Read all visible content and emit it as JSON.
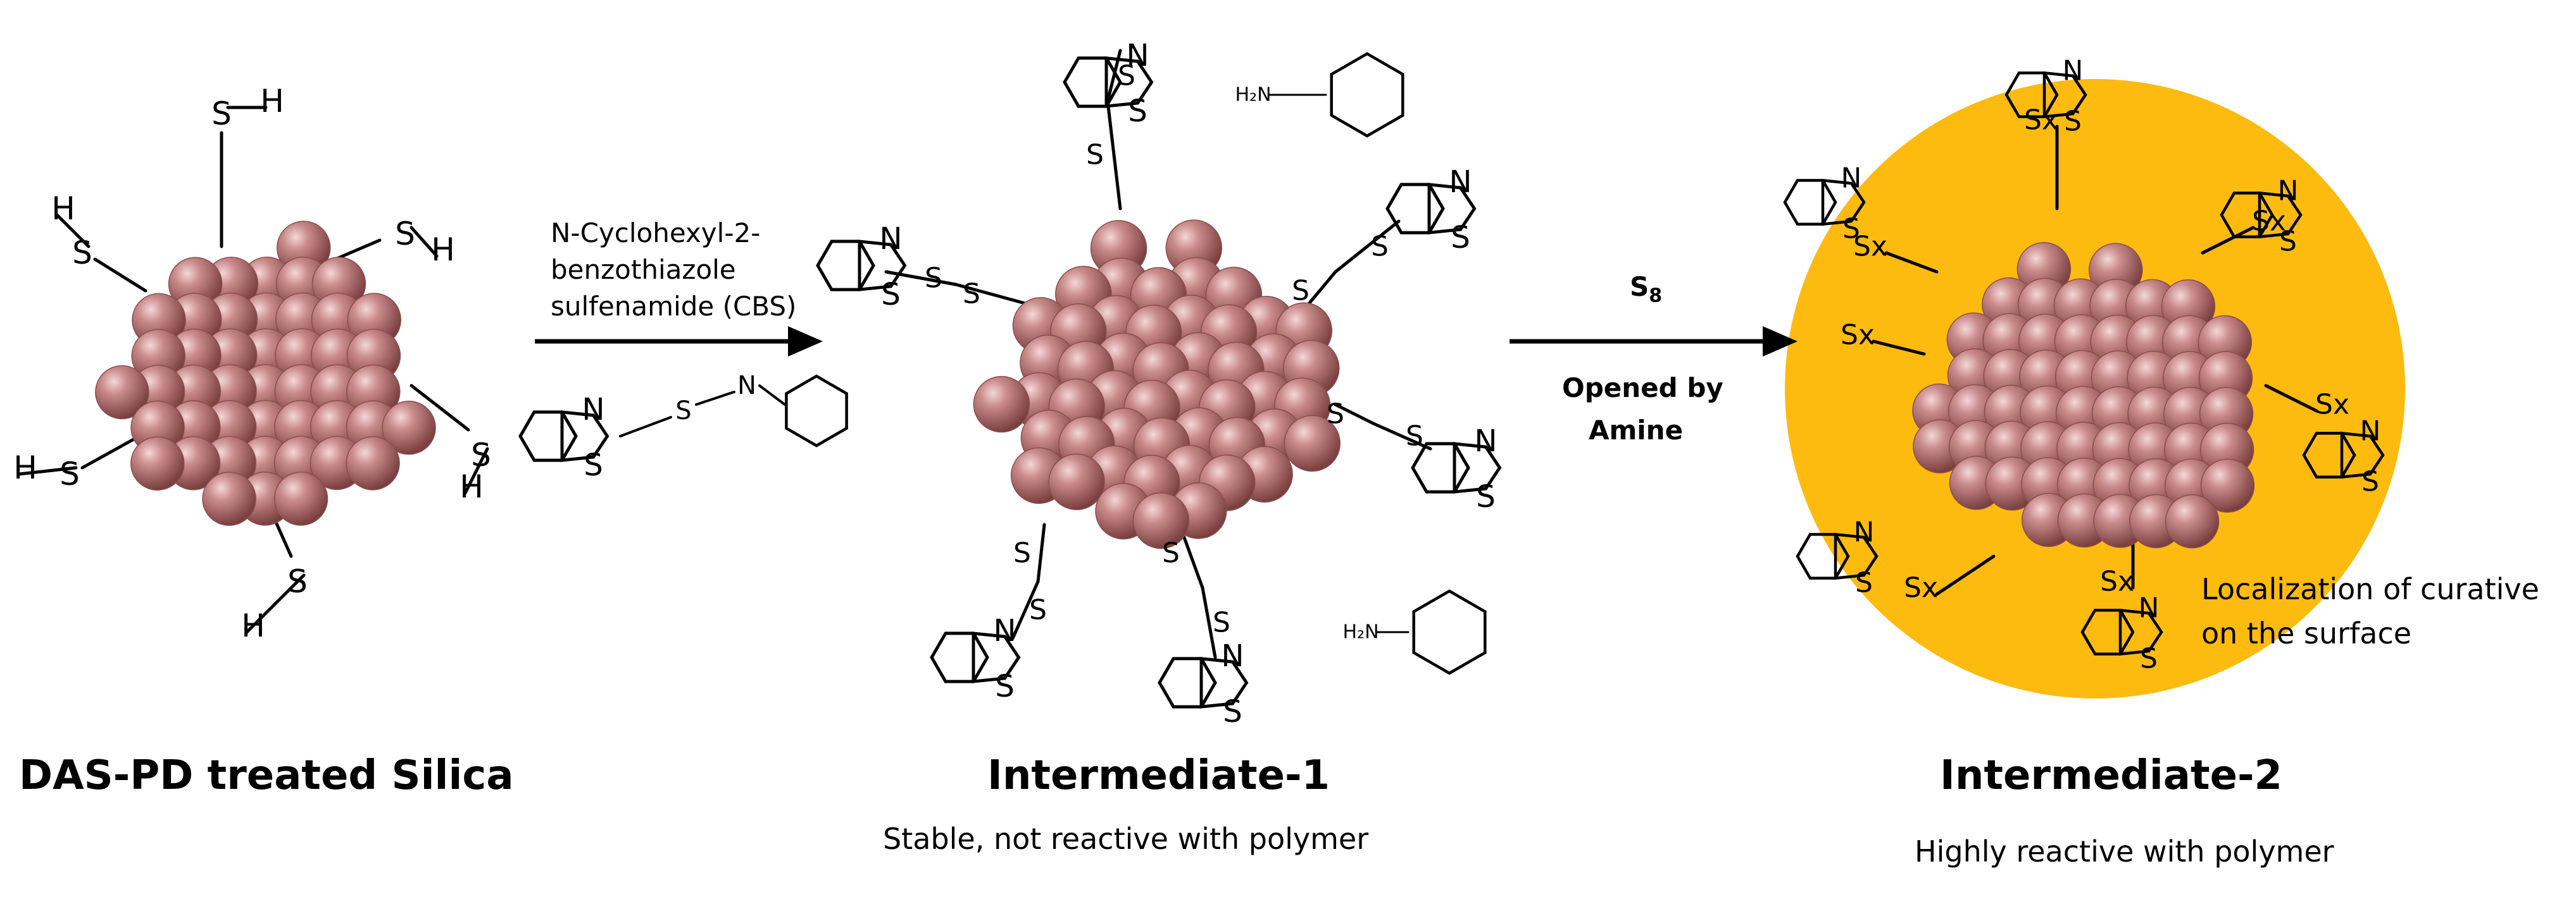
{
  "panels": {
    "silica": {
      "title": "DAS-PD treated Silica"
    },
    "intermediate1": {
      "title": "Intermediate-1",
      "subtitle": "Stable, not reactive with polymer"
    },
    "intermediate2": {
      "title": "Intermediate-2",
      "subtitle": "Highly reactive with polymer"
    }
  },
  "arrows": {
    "step1": {
      "line1": "N-Cyclohexyl-2-",
      "line2": "benzothiazole",
      "line3": "sulfenamide (CBS)"
    },
    "step2": {
      "reagent": "S",
      "reagent_sub": "8",
      "line1": "Opened by",
      "line2": "Amine"
    }
  },
  "annotation": {
    "line1": "Localization of curative",
    "line2": "on the surface"
  },
  "atoms": {
    "S": "S",
    "H": "H",
    "N": "N",
    "Sx": "Sx",
    "H2N": "H₂N"
  },
  "colors": {
    "particle": "#c48383",
    "particle_dark": "#8a4e4e",
    "shell": "#fdbb10"
  }
}
